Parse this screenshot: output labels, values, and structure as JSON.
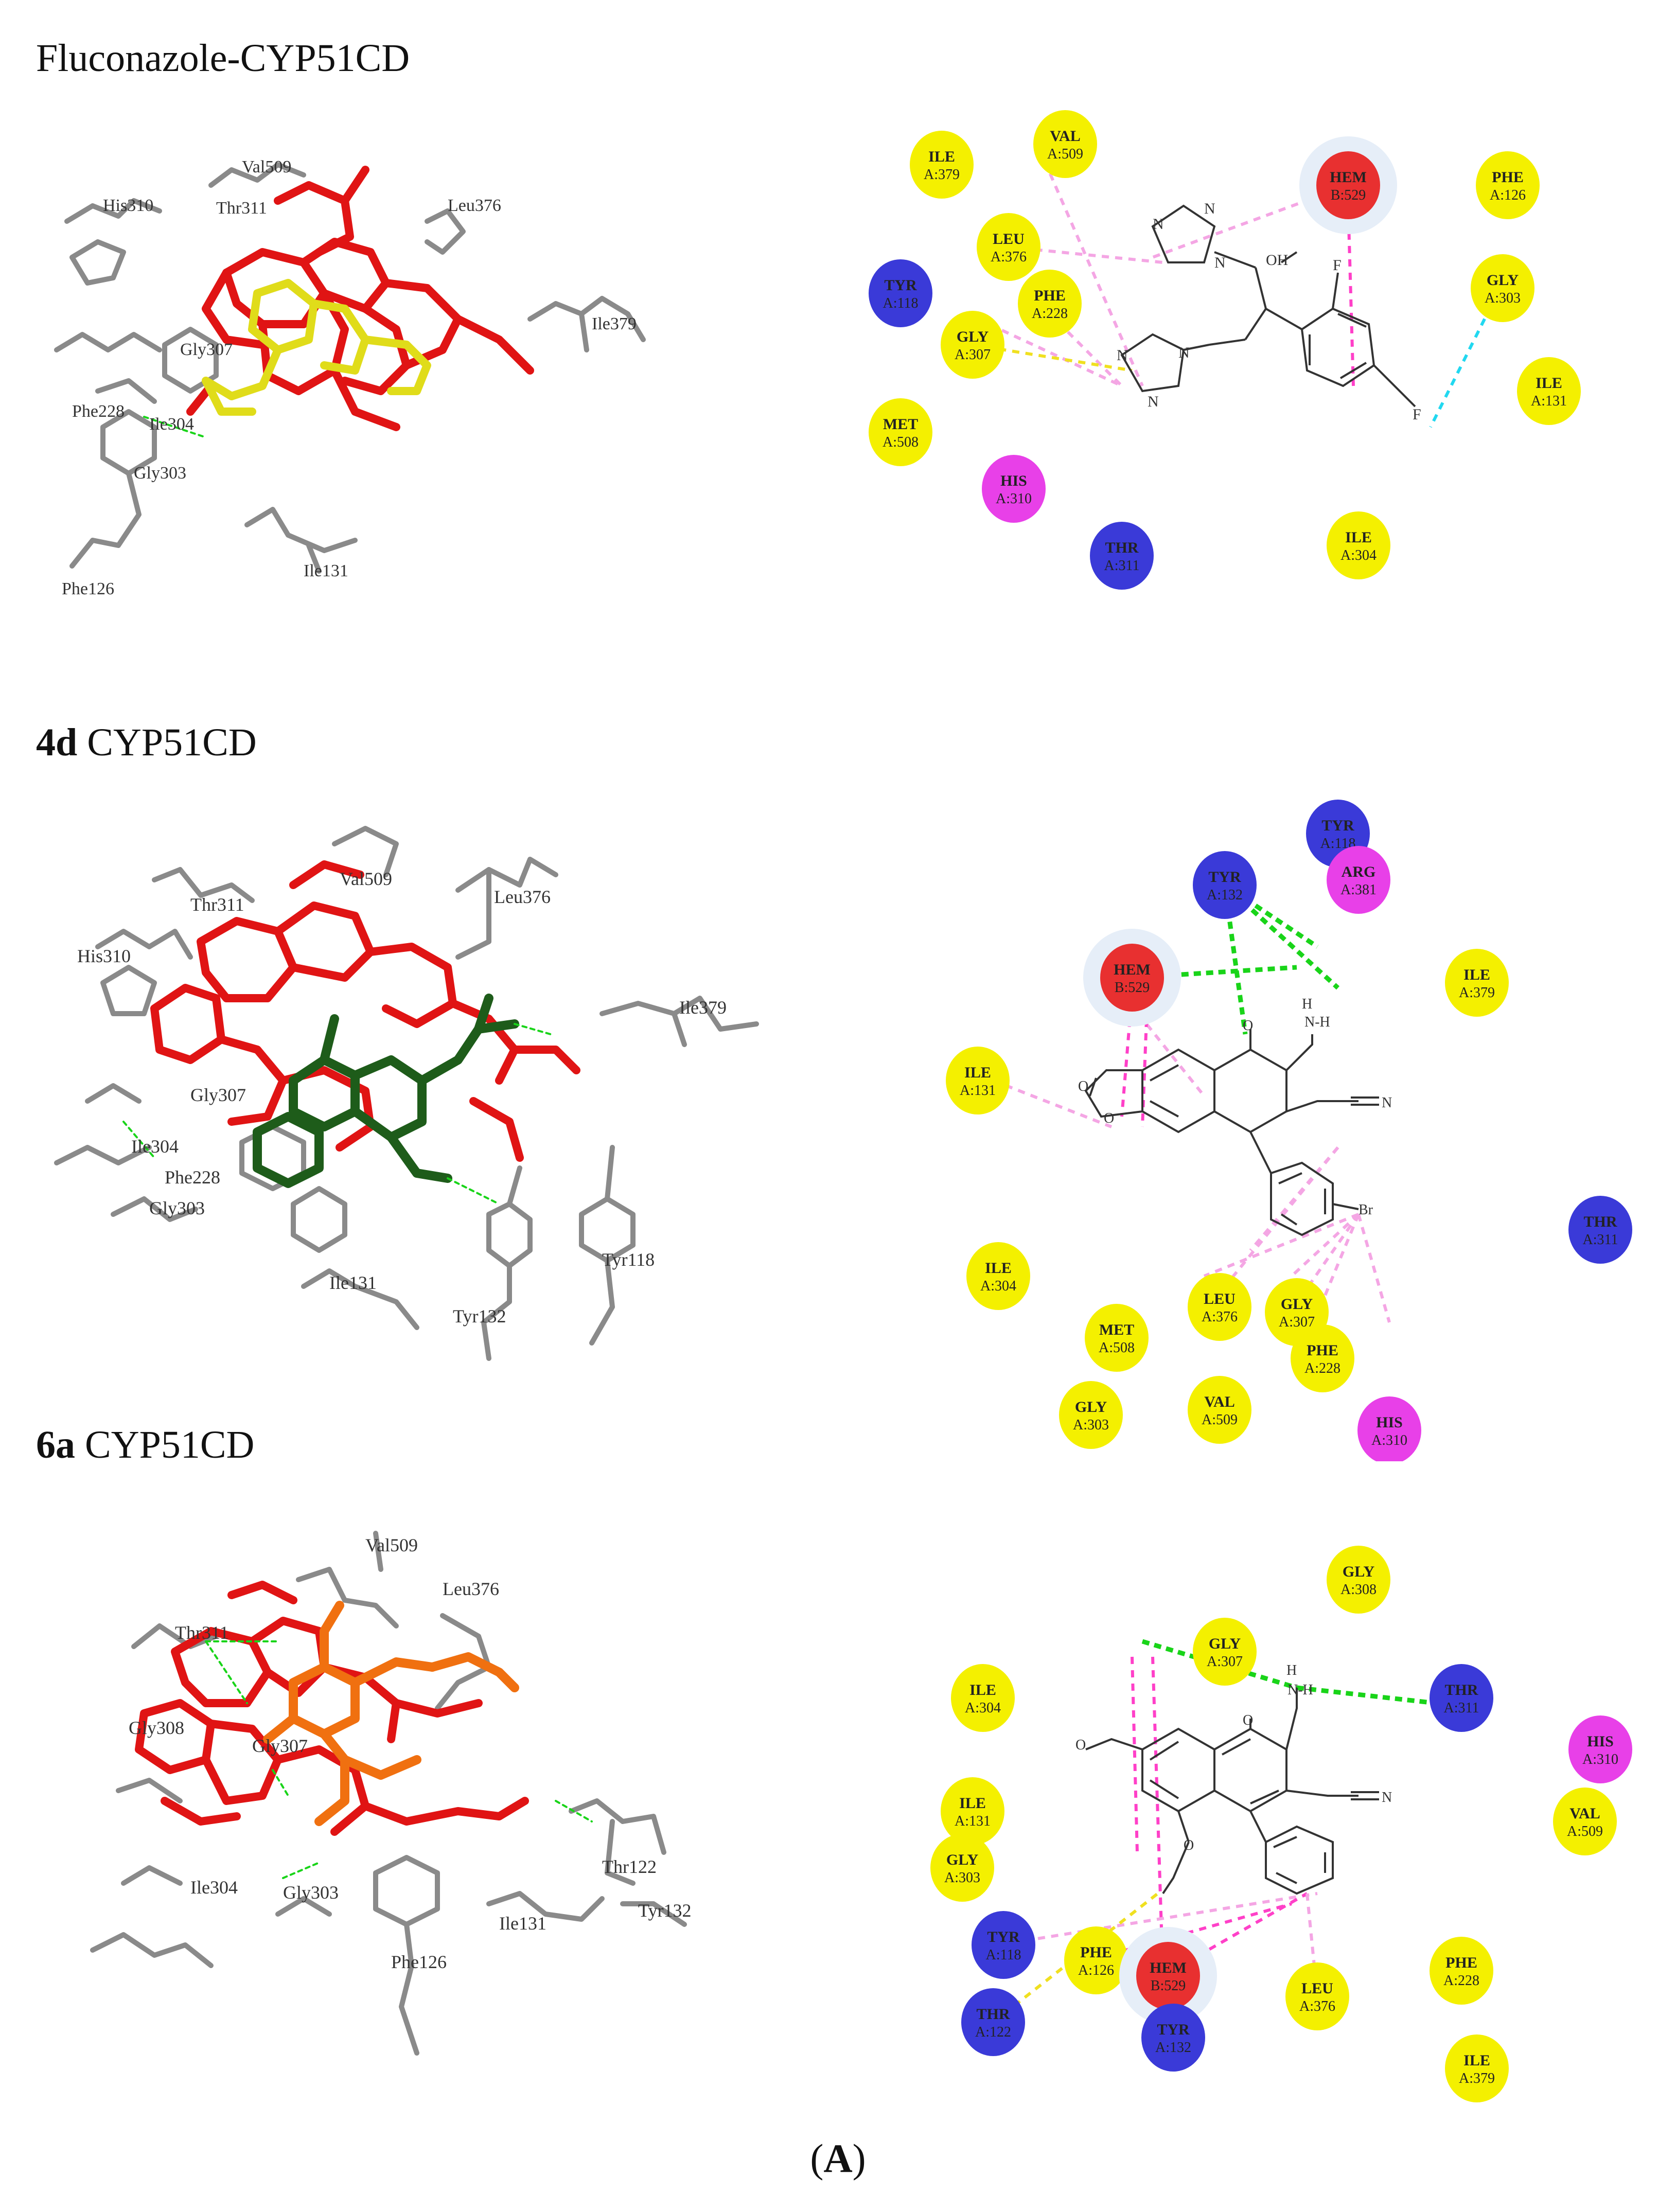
{
  "figure": {
    "caption_paren_open": "(",
    "caption_letter": "A",
    "caption_paren_close": ")"
  },
  "colors": {
    "ligand_fluconazole": "#e0dc1a",
    "ligand_4d": "#1e5c1a",
    "ligand_6a": "#f07010",
    "heme": "#e01414",
    "residue_stick": "#8a8a8a",
    "hbond": "#19d419",
    "pi_alkyl": "#f4a6e4",
    "pi_sigma": "#ff40c8",
    "carbon_hbond": "#21d8f0",
    "unfavorable": "#f0e020",
    "van_der_waals_residue": "#f4f000",
    "hydrophobic_residue": "#3a3ad8",
    "hem_residue": "#e83030",
    "polar_residue": "#e840e8"
  },
  "panels": [
    {
      "id": "fluconazole",
      "title_bold": "",
      "title_rest": "Fluconazole-CYP51CD",
      "labels_3d": [
        "Val509",
        "His310",
        "Thr311",
        "Leu376",
        "Ile379",
        "Gly307",
        "Phe228",
        "Ile304",
        "Gly303",
        "Ile131",
        "Phe126"
      ],
      "residues_2d": [
        {
          "name": "ILE",
          "id": "A:379",
          "kind": "yellow"
        },
        {
          "name": "VAL",
          "id": "A:509",
          "kind": "yellow"
        },
        {
          "name": "HEM",
          "id": "B:529",
          "kind": "red"
        },
        {
          "name": "PHE",
          "id": "A:126",
          "kind": "yellow"
        },
        {
          "name": "LEU",
          "id": "A:376",
          "kind": "yellow"
        },
        {
          "name": "TYR",
          "id": "A:118",
          "kind": "blue"
        },
        {
          "name": "GLY",
          "id": "A:303",
          "kind": "yellow"
        },
        {
          "name": "PHE",
          "id": "A:228",
          "kind": "yellow"
        },
        {
          "name": "GLY",
          "id": "A:307",
          "kind": "yellow"
        },
        {
          "name": "ILE",
          "id": "A:131",
          "kind": "yellow"
        },
        {
          "name": "MET",
          "id": "A:508",
          "kind": "yellow"
        },
        {
          "name": "HIS",
          "id": "A:310",
          "kind": "magenta"
        },
        {
          "name": "THR",
          "id": "A:311",
          "kind": "blue"
        },
        {
          "name": "ILE",
          "id": "A:304",
          "kind": "yellow"
        }
      ],
      "atoms_2d": [
        "N",
        "N",
        "N",
        "N",
        "N",
        "N",
        "F",
        "F",
        "OH"
      ]
    },
    {
      "id": "4d",
      "title_bold": "4d",
      "title_rest": " CYP51CD",
      "labels_3d": [
        "Val509",
        "Thr311",
        "Leu376",
        "His310",
        "Ile379",
        "Gly307",
        "Ile304",
        "Phe228",
        "Gly303",
        "Tyr118",
        "Ile131",
        "Tyr132"
      ],
      "residues_2d": [
        {
          "name": "TYR",
          "id": "A:118",
          "kind": "blue"
        },
        {
          "name": "TYR",
          "id": "A:132",
          "kind": "blue"
        },
        {
          "name": "ARG",
          "id": "A:381",
          "kind": "magenta"
        },
        {
          "name": "HEM",
          "id": "B:529",
          "kind": "red"
        },
        {
          "name": "ILE",
          "id": "A:379",
          "kind": "yellow"
        },
        {
          "name": "ILE",
          "id": "A:131",
          "kind": "yellow"
        },
        {
          "name": "ILE",
          "id": "A:304",
          "kind": "yellow"
        },
        {
          "name": "THR",
          "id": "A:311",
          "kind": "blue"
        },
        {
          "name": "LEU",
          "id": "A:376",
          "kind": "yellow"
        },
        {
          "name": "GLY",
          "id": "A:307",
          "kind": "yellow"
        },
        {
          "name": "MET",
          "id": "A:508",
          "kind": "yellow"
        },
        {
          "name": "PHE",
          "id": "A:228",
          "kind": "yellow"
        },
        {
          "name": "VAL",
          "id": "A:509",
          "kind": "yellow"
        },
        {
          "name": "GLY",
          "id": "A:303",
          "kind": "yellow"
        },
        {
          "name": "HIS",
          "id": "A:310",
          "kind": "magenta"
        }
      ],
      "atoms_2d": [
        "H",
        "N-H",
        "O",
        "O",
        "O",
        "N",
        "Br"
      ]
    },
    {
      "id": "6a",
      "title_bold": "6a",
      "title_rest": " CYP51CD",
      "labels_3d": [
        "Val509",
        "Leu376",
        "Thr311",
        "Gly308",
        "Gly307",
        "Ile304",
        "Gly303",
        "Thr122",
        "Tyr132",
        "Ile131",
        "Phe126"
      ],
      "residues_2d": [
        {
          "name": "GLY",
          "id": "A:308",
          "kind": "yellow"
        },
        {
          "name": "GLY",
          "id": "A:307",
          "kind": "yellow"
        },
        {
          "name": "ILE",
          "id": "A:304",
          "kind": "yellow"
        },
        {
          "name": "THR",
          "id": "A:311",
          "kind": "blue"
        },
        {
          "name": "HIS",
          "id": "A:310",
          "kind": "magenta"
        },
        {
          "name": "ILE",
          "id": "A:131",
          "kind": "yellow"
        },
        {
          "name": "VAL",
          "id": "A:509",
          "kind": "yellow"
        },
        {
          "name": "GLY",
          "id": "A:303",
          "kind": "yellow"
        },
        {
          "name": "TYR",
          "id": "A:118",
          "kind": "blue"
        },
        {
          "name": "PHE",
          "id": "A:126",
          "kind": "yellow"
        },
        {
          "name": "PHE",
          "id": "A:228",
          "kind": "yellow"
        },
        {
          "name": "HEM",
          "id": "B:529",
          "kind": "red"
        },
        {
          "name": "THR",
          "id": "A:122",
          "kind": "blue"
        },
        {
          "name": "LEU",
          "id": "A:376",
          "kind": "yellow"
        },
        {
          "name": "TYR",
          "id": "A:132",
          "kind": "blue"
        },
        {
          "name": "ILE",
          "id": "A:379",
          "kind": "yellow"
        }
      ],
      "atoms_2d": [
        "H",
        "N-H",
        "O",
        "O",
        "O",
        "N"
      ]
    }
  ]
}
